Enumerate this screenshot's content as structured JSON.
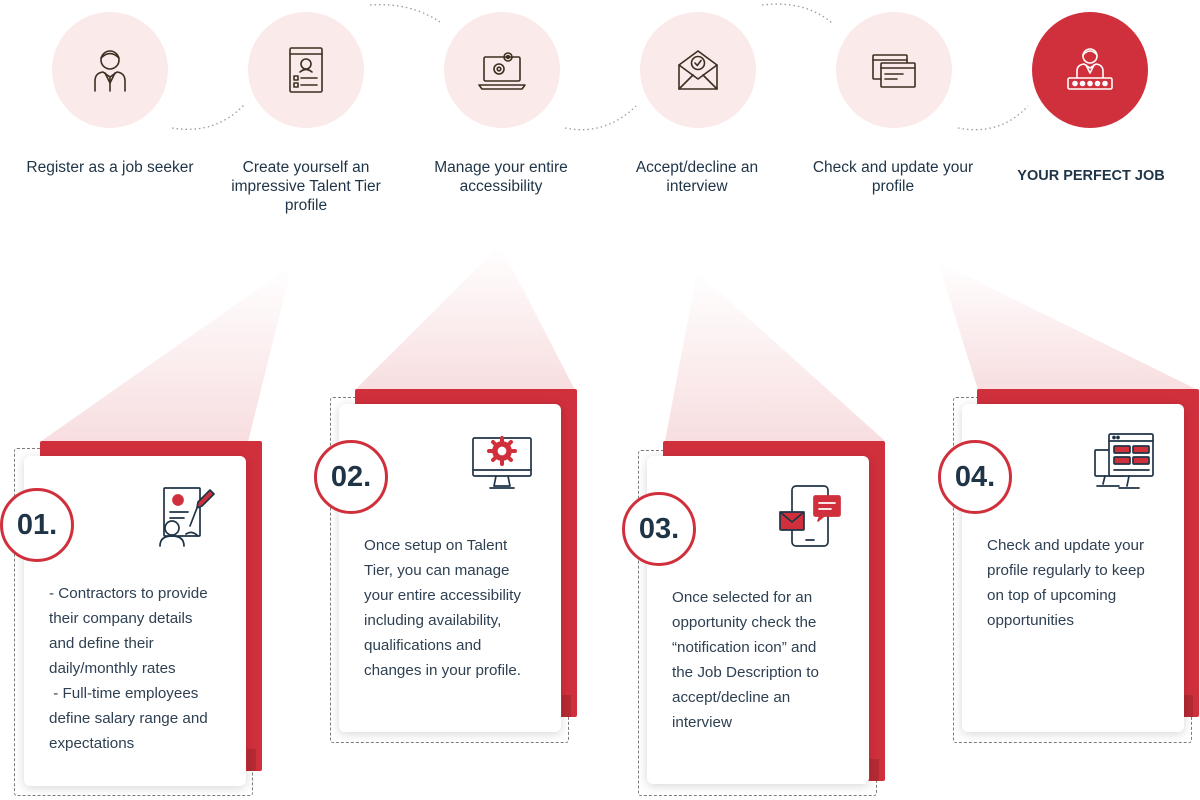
{
  "steps": [
    {
      "label": "Register as a job seeker",
      "icon": "person-icon"
    },
    {
      "label": "Create yourself an impressive Talent Tier profile",
      "icon": "profile-document-icon"
    },
    {
      "label": "Manage your entire accessibility",
      "icon": "laptop-gear-icon"
    },
    {
      "label": "Accept/decline an interview",
      "icon": "envelope-check-icon"
    },
    {
      "label": "Check and update your profile",
      "icon": "browser-windows-icon"
    },
    {
      "label": "YOUR PERFECT JOB",
      "icon": "rated-person-icon"
    }
  ],
  "cards": [
    {
      "number": "01.",
      "icon": "contract-signing-icon",
      "lines": [
        "- Contractors to provide",
        "their company details",
        "and define their",
        "daily/monthly rates",
        " - Full-time employees",
        "define salary range and",
        "expectations"
      ]
    },
    {
      "number": "02.",
      "icon": "monitor-gear-icon",
      "lines": [
        "Once setup on Talent",
        "Tier, you can manage",
        "your entire accessibility",
        "including availability,",
        "qualifications and",
        "changes in your profile."
      ]
    },
    {
      "number": "03.",
      "icon": "tablet-notification-icon",
      "lines": [
        "Once selected for an",
        "opportunity check the",
        "“notification icon” and",
        "the Job Description to",
        "accept/decline an",
        "interview"
      ]
    },
    {
      "number": "04.",
      "icon": "dashboard-screens-icon",
      "lines": [
        "Check and update your",
        "profile regularly to keep",
        "on top of upcoming",
        "opportunities"
      ]
    }
  ],
  "colors": {
    "accent": "#d0303c",
    "circle_fill": "#fbeaea",
    "text": "#1f3447",
    "icon_stroke": "#3a3020"
  }
}
